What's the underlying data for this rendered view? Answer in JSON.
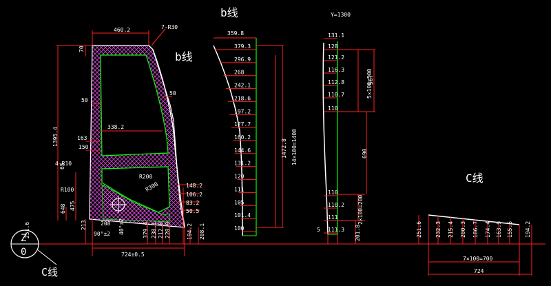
{
  "colors": {
    "background": "#000000",
    "dimension": "#ff2020",
    "outline": "#ffffff",
    "inner": "#00ff00",
    "hatch": "#d24bd2",
    "text": "#ffffff",
    "yellow": "#ffff00"
  },
  "labels": {
    "b_title": "b线",
    "b_curve": "b线",
    "c_title": "C线",
    "c_circle": "C线",
    "y_value": "Y=1300",
    "z_top": "Z",
    "z_bottom": "0"
  },
  "main_view": {
    "top_width": "460.2",
    "r_callout": "7-R30",
    "top_small": "70",
    "height_total": "1395.4",
    "wall_left": "50",
    "wall_right": "50",
    "inner_width": "338.2",
    "d163": "163",
    "d150": "150",
    "r10": "4-R10",
    "d65": "65",
    "r100": "R100",
    "r200": "R200",
    "r300": "R300",
    "d648": "648",
    "d475": "475",
    "d213": "213",
    "d208": "208",
    "angle1": "90°±2",
    "angle2": "40°±2",
    "d2516": "251.6",
    "b_values": [
      "379.4",
      "238.1",
      "212.8",
      "228.9"
    ],
    "right_values": [
      "148.2",
      "106.2",
      "83.2",
      "50.5"
    ],
    "d1942": "194.2",
    "d2081": "208.1",
    "bottom_width": "724±0.5"
  },
  "b_view": {
    "top": "359.8",
    "values": [
      "379.3",
      "296.9",
      "268",
      "242.1",
      "218.6",
      "197.2",
      "177.7",
      "160.2",
      "144.6",
      "131.2",
      "120",
      "111",
      "105",
      "101.4",
      "100"
    ],
    "vert_pitch": "14×100=1400",
    "vert_total": "1472.8"
  },
  "y_view": {
    "top": "131.1",
    "values": [
      "128",
      "121.2",
      "116.3",
      "112.8",
      "110.7",
      "110",
      "110",
      "110.2",
      "111",
      "111.3"
    ],
    "pitch_top": "5×100=500",
    "d567": "567",
    "d690": "690",
    "pitch_bottom": "2×100=200",
    "d5": "5",
    "d2018": "201.8"
  },
  "c_view": {
    "values": [
      "251.6",
      "232.3",
      "215.4",
      "200.3",
      "186.7",
      "174.4",
      "163.9",
      "155.6",
      "194.2"
    ],
    "pitch": "7×100=700",
    "total": "724"
  }
}
